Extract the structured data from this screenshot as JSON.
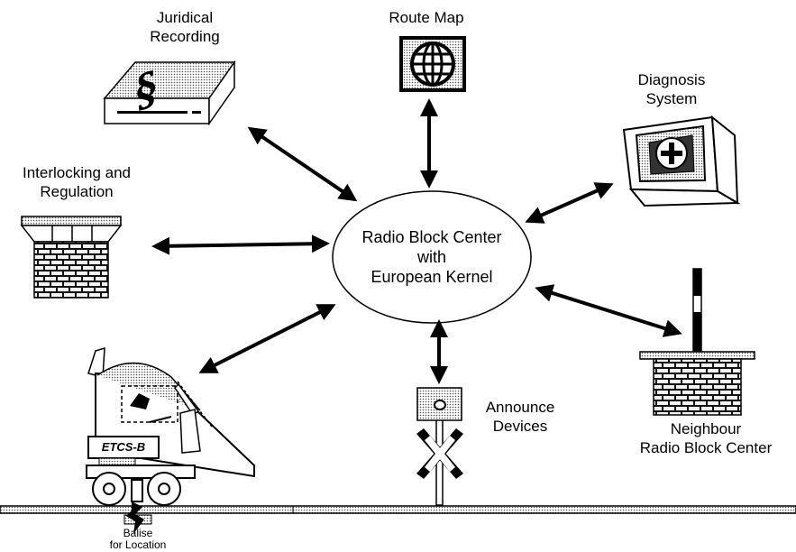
{
  "center": {
    "line1": "Radio Block Center",
    "line2": "with",
    "line3": "European Kernel"
  },
  "nodes": {
    "juridical": {
      "line1": "Juridical",
      "line2": "Recording"
    },
    "route_map": {
      "line1": "Route Map"
    },
    "diagnosis": {
      "line1": "Diagnosis",
      "line2": "System"
    },
    "interlocking": {
      "line1": "Interlocking and",
      "line2": "Regulation"
    },
    "announce": {
      "line1": "Announce",
      "line2": "Devices"
    },
    "neighbour": {
      "line1": "Neighbour",
      "line2": "Radio Block Center"
    },
    "train": {
      "badge": "ETCS-B"
    },
    "balise": {
      "line1": "Balise",
      "line2": "for Location"
    }
  },
  "icons": {
    "juridical": "paragraph-sign-box-icon",
    "route_map": "globe-icon",
    "diagnosis": "monitor-plus-icon",
    "interlocking": "brick-tower-icon",
    "neighbour": "brick-antenna-icon",
    "announce": "level-crossing-icon",
    "train": "train-cab-icon",
    "balise": "balise-icon"
  }
}
